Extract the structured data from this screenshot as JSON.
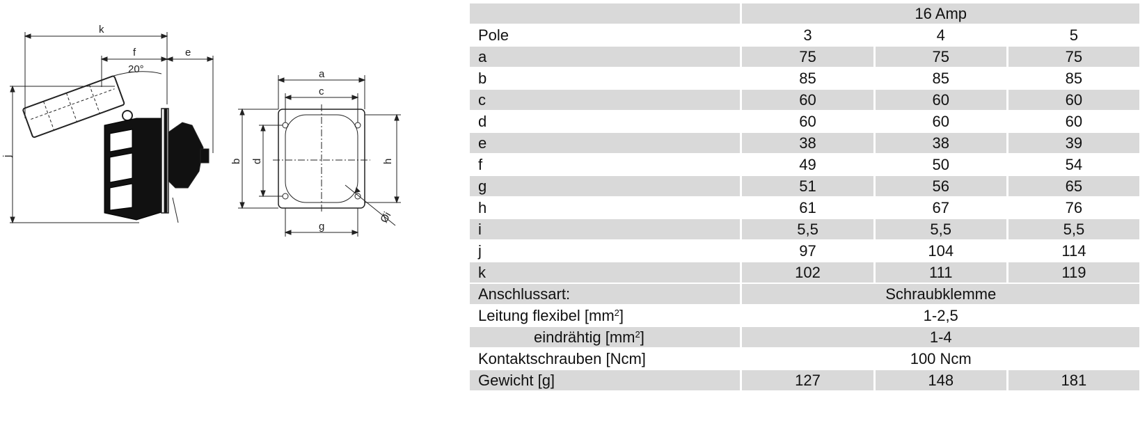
{
  "drawing": {
    "side_labels": {
      "k": "k",
      "f": "f",
      "e": "e",
      "angle": "20°",
      "j": "j"
    },
    "front_labels": {
      "a": "a",
      "c": "c",
      "b": "b",
      "d": "d",
      "h": "h",
      "g": "g",
      "i": "Øi"
    }
  },
  "table": {
    "header": {
      "group": "16 Amp"
    },
    "pole_row": {
      "label": "Pole",
      "values": [
        "3",
        "4",
        "5"
      ]
    },
    "dim_rows": [
      {
        "label": "a",
        "values": [
          "75",
          "75",
          "75"
        ]
      },
      {
        "label": "b",
        "values": [
          "85",
          "85",
          "85"
        ]
      },
      {
        "label": "c",
        "values": [
          "60",
          "60",
          "60"
        ]
      },
      {
        "label": "d",
        "values": [
          "60",
          "60",
          "60"
        ]
      },
      {
        "label": "e",
        "values": [
          "38",
          "38",
          "39"
        ]
      },
      {
        "label": "f",
        "values": [
          "49",
          "50",
          "54"
        ]
      },
      {
        "label": "g",
        "values": [
          "51",
          "56",
          "65"
        ]
      },
      {
        "label": "h",
        "values": [
          "61",
          "67",
          "76"
        ]
      },
      {
        "label": "i",
        "values": [
          "5,5",
          "5,5",
          "5,5"
        ]
      },
      {
        "label": "j",
        "values": [
          "97",
          "104",
          "114"
        ]
      },
      {
        "label": "k",
        "values": [
          "102",
          "111",
          "119"
        ]
      }
    ],
    "connection": {
      "label": "Anschlussart:",
      "value": "Schraubklemme"
    },
    "flexible": {
      "label_pre": "Leitung  flexibel [mm",
      "sup": "2",
      "label_post": "]",
      "value": "1-2,5"
    },
    "solid": {
      "label_pre": "eindrähtig [mm",
      "sup": "2",
      "label_post": "]",
      "value": "1-4"
    },
    "screws": {
      "label": "Kontaktschrauben [Ncm]",
      "value": "100 Ncm"
    },
    "weight": {
      "label": "Gewicht [g]",
      "values": [
        "127",
        "148",
        "181"
      ]
    }
  }
}
